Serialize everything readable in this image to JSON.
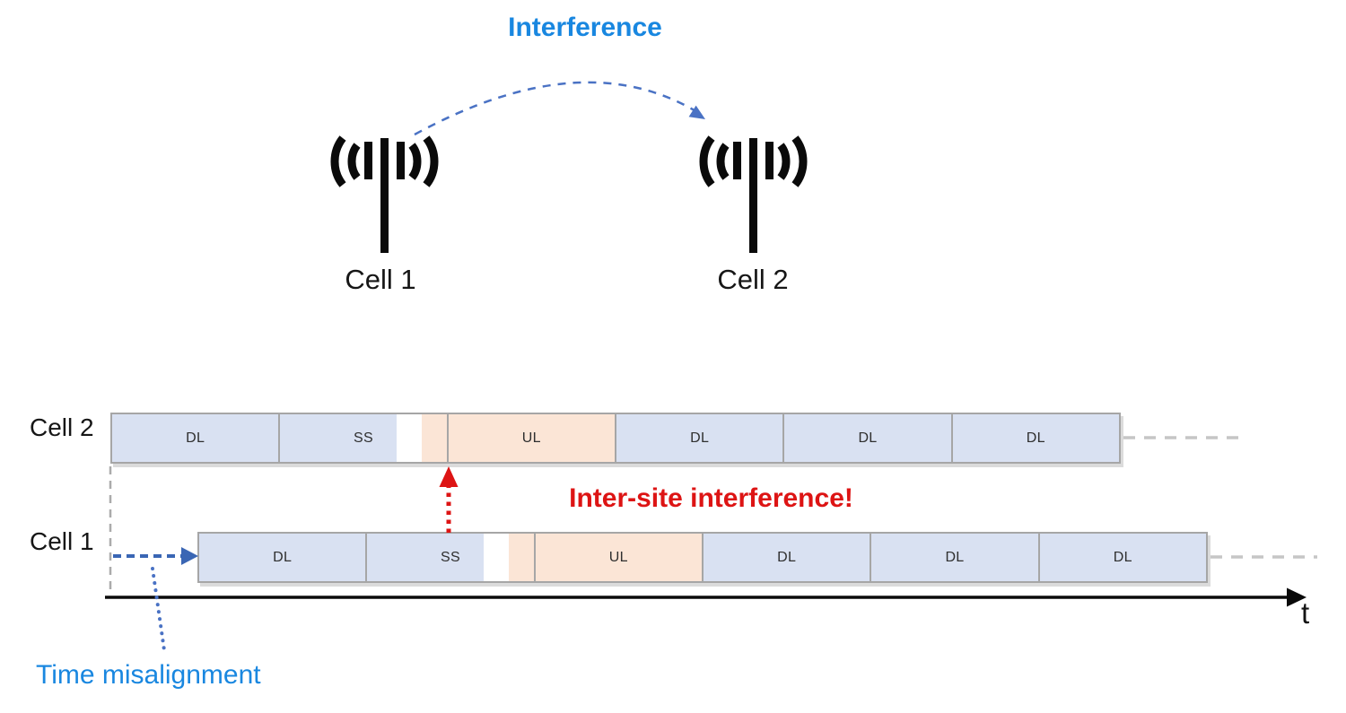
{
  "scene": {
    "interference_label": "Interference",
    "towers": [
      {
        "label": "Cell 1"
      },
      {
        "label": "Cell 2"
      }
    ]
  },
  "timeline": {
    "rows": [
      {
        "label": "Cell 2",
        "slots": [
          {
            "label": "DL",
            "type": "dl"
          },
          {
            "label": "SS",
            "type": "ss"
          },
          {
            "label": "UL",
            "type": "ul"
          },
          {
            "label": "DL",
            "type": "dl"
          },
          {
            "label": "DL",
            "type": "dl"
          },
          {
            "label": "DL",
            "type": "dl"
          }
        ]
      },
      {
        "label": "Cell 1",
        "slots": [
          {
            "label": "DL",
            "type": "dl"
          },
          {
            "label": "SS",
            "type": "ss"
          },
          {
            "label": "UL",
            "type": "ul"
          },
          {
            "label": "DL",
            "type": "dl"
          },
          {
            "label": "DL",
            "type": "dl"
          },
          {
            "label": "DL",
            "type": "dl"
          }
        ]
      }
    ],
    "axis_label": "t",
    "annotations": {
      "time_misalignment": "Time misalignment",
      "inter_site_interference": "Inter-site interference!"
    }
  },
  "colors": {
    "dl_fill": "#d9e1f2",
    "ul_fill": "#fbe5d6",
    "slot_border": "#a6a6a6",
    "blue_text": "#1987e0",
    "red": "#dd1414",
    "arrow_blue": "#4a72c4",
    "misalignment_arrow": "#3a66b4",
    "axis_black": "#0a0a0a",
    "trailing_dash_gray": "#c6c6c6",
    "guide_dash_gray": "#ababab",
    "tower_black": "#0a0a0a"
  }
}
